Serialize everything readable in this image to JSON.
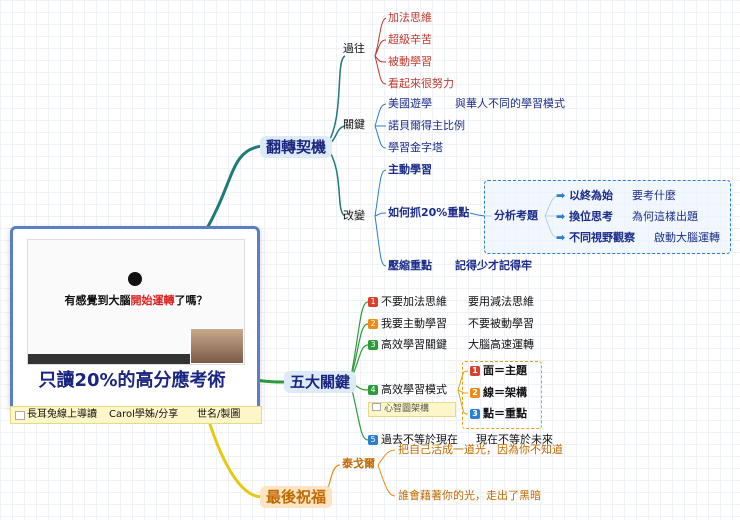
{
  "colors": {
    "teal": "#1f7a7a",
    "green": "#2d9b3a",
    "yellow": "#e8c80f",
    "orange": "#ef8a13",
    "blue": "#2a7fd0",
    "red": "#c0392b"
  },
  "center": {
    "screen_title_pre": "有感覺到大腦",
    "screen_title_hl": "開始運轉",
    "screen_title_post": "了嗎？",
    "title": "只讀20%的高分應考術",
    "footer": [
      "長耳兔線上導讀",
      "Carol學姊/分享",
      "世名/製圖"
    ]
  },
  "branch1": {
    "label": "翻轉契機",
    "past": {
      "label": "過往",
      "items": [
        "加法思維",
        "超級辛苦",
        "被動學習",
        "看起來很努力"
      ]
    },
    "key": {
      "label": "關鍵",
      "items": [
        "美國遊學",
        "與華人不同的學習模式",
        "諾貝爾得主比例",
        "學習金字塔"
      ]
    },
    "change": {
      "label": "改變",
      "active": "主動學習",
      "focus": "如何抓20%重點",
      "analyze": "分析考題",
      "subs": [
        {
          "label": "以終為始",
          "note": "要考什麼"
        },
        {
          "label": "換位思考",
          "note": "為何這樣出題"
        },
        {
          "label": "不同視野觀察",
          "note": "啟動大腦運轉"
        }
      ],
      "compress": "壓縮重點",
      "compress_note": "記得少才記得牢"
    }
  },
  "branch2": {
    "label": "五大關鍵",
    "items": [
      {
        "n": "1",
        "label": "不要加法思維",
        "note": "要用減法思維"
      },
      {
        "n": "2",
        "label": "我要主動學習",
        "note": "不要被動學習"
      },
      {
        "n": "3",
        "label": "高效學習關鍵",
        "note": "大腦高速運轉"
      },
      {
        "n": "4",
        "label": "高效學習模式",
        "note": "心智圖架構"
      },
      {
        "n": "5",
        "label": "過去不等於現在",
        "note": "現在不等於未來"
      }
    ],
    "mode": [
      "面＝主題",
      "線＝架構",
      "點＝重點"
    ]
  },
  "branch3": {
    "label": "最後祝福",
    "author": "泰戈爾",
    "quotes": [
      "把自己活成一道光，因為你不知道",
      "誰會藉著你的光，走出了黑暗"
    ]
  }
}
